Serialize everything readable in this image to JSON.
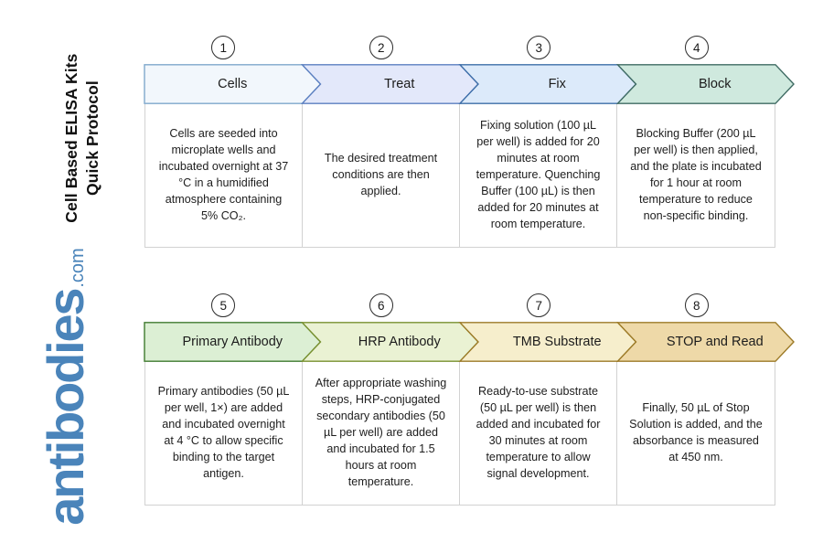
{
  "document": {
    "title_line_1": "Cell Based ELISA Kits",
    "title_line_2": "Quick Protocol"
  },
  "brand": {
    "name": "antibodies",
    "tld": ".com",
    "color": "#4a84ba"
  },
  "rows": [
    {
      "id": "row-1",
      "steps": [
        {
          "number": "1",
          "label": "Cells",
          "description": "Cells are seeded into microplate wells and incubated overnight at 37 °C in a humidified atmosphere containing 5% CO₂.",
          "fill": "#f2f7fc",
          "stroke": "#7fa8cc"
        },
        {
          "number": "2",
          "label": "Treat",
          "description": "The desired treatment conditions are then applied.",
          "fill": "#e3e8fa",
          "stroke": "#5b7fc0"
        },
        {
          "number": "3",
          "label": "Fix",
          "description": "Fixing solution (100 µL per well) is added for 20 minutes at room temperature. Quenching Buffer (100 µL) is then added for 20 minutes at room temperature.",
          "fill": "#dceafa",
          "stroke": "#3d6ea8"
        },
        {
          "number": "4",
          "label": "Block",
          "description": "Blocking Buffer (200 µL per well) is then applied, and the plate is incubated for 1 hour at room temperature to reduce non-specific binding.",
          "fill": "#cfe9de",
          "stroke": "#3f6b63"
        }
      ]
    },
    {
      "id": "row-2",
      "steps": [
        {
          "number": "5",
          "label": "Primary Antibody",
          "description": "Primary antibodies (50 µL per well, 1×) are added and incubated overnight at 4 °C to allow specific binding to the target antigen.",
          "fill": "#dcefd4",
          "stroke": "#3f7a2e"
        },
        {
          "number": "6",
          "label": "HRP Antibody",
          "description": "After appropriate washing steps, HRP-conjugated secondary antibodies (50 µL per well) are added and incubated for 1.5 hours at room temperature.",
          "fill": "#eaf2d3",
          "stroke": "#78902f"
        },
        {
          "number": "7",
          "label": "TMB Substrate",
          "description": "Ready-to-use substrate (50 µL per well) is then added and incubated for 30 minutes at room temperature to allow signal development.",
          "fill": "#f6eecc",
          "stroke": "#9c7a27"
        },
        {
          "number": "8",
          "label": "STOP and Read",
          "description": "Finally, 50 µL of Stop Solution is added, and the absorbance is measured at 450 nm.",
          "fill": "#eed9a8",
          "stroke": "#9c7a27"
        }
      ]
    }
  ]
}
